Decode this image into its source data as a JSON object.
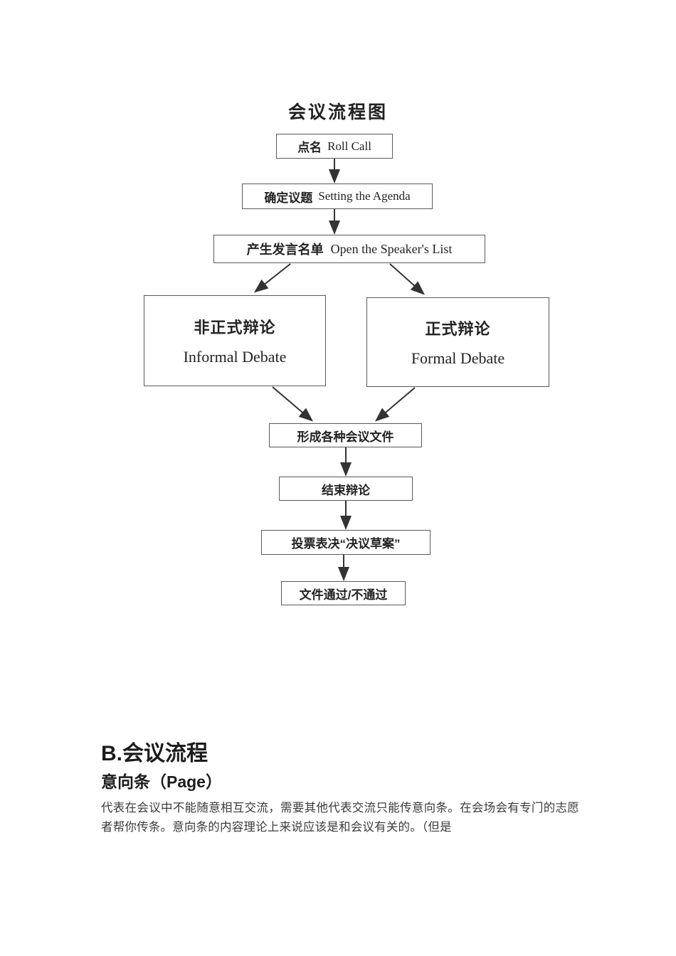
{
  "document": {
    "page_background": "#ffffff"
  },
  "flowchart": {
    "title": "会议流程图",
    "stroke_color": "#5a5a5a",
    "arrow_color": "#333333",
    "nodes": {
      "roll_call": {
        "cn": "点名",
        "en": "Roll Call"
      },
      "agenda": {
        "cn": "确定议题",
        "en": "Setting the Agenda"
      },
      "speakers": {
        "cn": "产生发言名单",
        "en": "Open the Speaker's List"
      },
      "informal": {
        "cn": "非正式辩论",
        "en": "Informal Debate"
      },
      "formal": {
        "cn": "正式辩论",
        "en": "Formal Debate"
      },
      "documents": {
        "cn": "形成各种会议文件",
        "en": ""
      },
      "close_debate": {
        "cn": "结束辩论",
        "en": ""
      },
      "vote": {
        "cn": "投票表决“决议草案”",
        "en": ""
      },
      "result": {
        "cn": "文件通过/不通过",
        "en": ""
      }
    }
  },
  "content": {
    "heading_b": "B.会议流程",
    "heading_page": "意向条（Page）",
    "paragraph": "代表在会议中不能随意相互交流，需要其他代表交流只能传意向条。在会场会有专门的志愿者帮你传条。意向条的内容理论上来说应该是和会议有关的。（但是"
  }
}
